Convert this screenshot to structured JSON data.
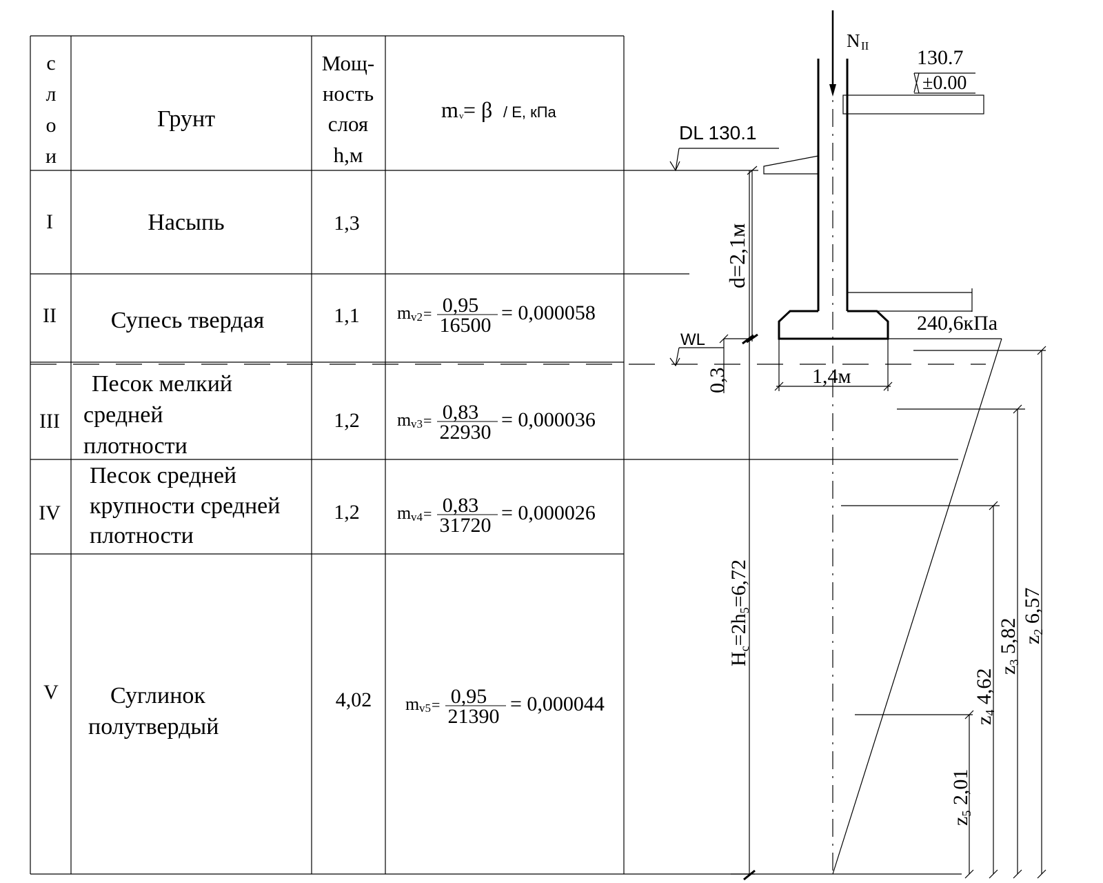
{
  "table": {
    "headers": {
      "layer_letters": [
        "с",
        "л",
        "о",
        "и"
      ],
      "soil": "Грунт",
      "thickness_lines": [
        "Мощ-",
        "ность",
        "слоя",
        "h,м"
      ],
      "formula_main": "m",
      "formula_sub": "v",
      "formula_eq": "= β",
      "formula_tail": "/ E, кПа"
    },
    "rows": [
      {
        "num": "I",
        "soil": [
          "Насыпь"
        ],
        "h": "1,3",
        "mv": null
      },
      {
        "num": "II",
        "soil": [
          "Супесь твердая"
        ],
        "h": "1,1",
        "mv": {
          "m": "m",
          "sub": "v2",
          "num": "0,95",
          "den": "16500",
          "res": "= 0,000058"
        }
      },
      {
        "num": "III",
        "soil": [
          "Песок мелкий",
          "средней",
          "плотности"
        ],
        "h": "1,2",
        "mv": {
          "m": "m",
          "sub": "v3",
          "num": "0,83",
          "den": "22930",
          "res": "= 0,000036"
        }
      },
      {
        "num": "IV",
        "soil": [
          "Песок средней",
          "крупности средней",
          "плотности"
        ],
        "h": "1,2",
        "mv": {
          "m": "m",
          "sub": "v4",
          "num": "0,83",
          "den": "31720",
          "res": "= 0,000026"
        }
      },
      {
        "num": "V",
        "soil": [
          "Суглинок",
          "полутвердый"
        ],
        "h": "4,02",
        "mv": {
          "m": "m",
          "sub": "v5",
          "num": "0,95",
          "den": "21390",
          "res": "= 0,000044"
        }
      }
    ]
  },
  "drawing": {
    "load_main": "N",
    "load_sub": "II",
    "top_level": "130.7",
    "zero_level": "±0.00",
    "dl_label": "DL 130.1",
    "wl_label": "WL",
    "depth_label": "d=2,1м",
    "pressure_label": "240,6кПа",
    "width_label": "1,4м",
    "wl_offset": "0,3",
    "hc_main": "H",
    "hc_sub": "c",
    "hc_mid": "=2h",
    "hc_sub2": "5",
    "hc_val": "=6,72",
    "z_dims": [
      {
        "z": "z",
        "sub": "5",
        "val": "2,01"
      },
      {
        "z": "z",
        "sub": "4",
        "val": "4,62"
      },
      {
        "z": "z",
        "sub": "3",
        "val": "5,82"
      },
      {
        "z": "z",
        "sub": "2",
        "val": "6,57"
      }
    ]
  }
}
